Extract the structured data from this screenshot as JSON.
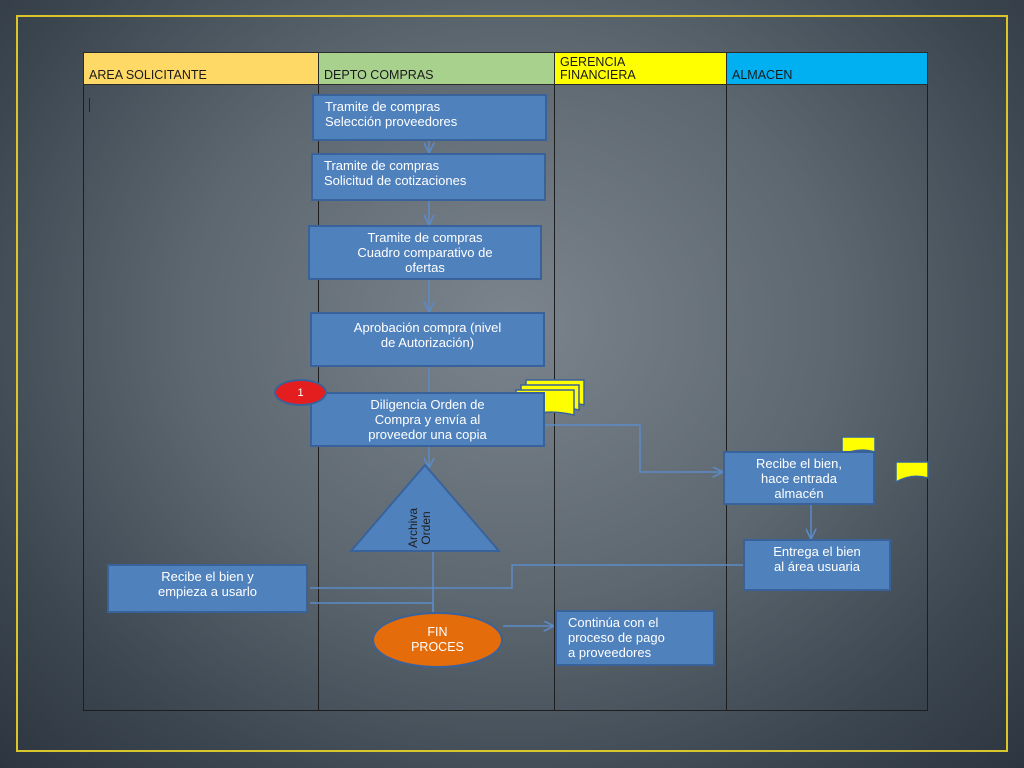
{
  "lanes": [
    {
      "label": "AREA SOLICITANTE",
      "color": "#ffd966"
    },
    {
      "label": "DEPTO COMPRAS",
      "color": "#a9d18e"
    },
    {
      "label": "GERENCIA FINANCIERA",
      "label_line1": "GERENCIA",
      "label_line2": "FINANCIERA",
      "color": "#ffff00"
    },
    {
      "label": "ALMACEN",
      "color": "#00b0f0"
    }
  ],
  "steps": {
    "seleccion": {
      "line1": "Tramite  de compras",
      "line2": "Selección proveedores"
    },
    "cotizaciones": {
      "line1": "Tramite  de compras",
      "line2": "Solicitud de cotizaciones"
    },
    "comparativo": {
      "line1": "Tramite  de compras",
      "line2": "Cuadro comparativo de",
      "line3": "ofertas"
    },
    "aprobacion": {
      "line1": "Aprobación compra (nivel",
      "line2": "de Autorización)"
    },
    "orden": {
      "line1": "Diligencia Orden de",
      "line2": "Compra y envía al",
      "line3": "proveedor una copia"
    },
    "recibe_almacen": {
      "line1": "Recibe el bien,",
      "line2": "hace entrada",
      "line3": "almacén"
    },
    "entrega": {
      "line1": "Entrega el bien",
      "line2": "al área usuaria"
    },
    "recibe_usuario": {
      "line1": "Recibe el bien y",
      "line2": "empieza a usarlo"
    },
    "pago": {
      "line1": "Continúa con el",
      "line2": "proceso de pago",
      "line3": "a proveedores"
    }
  },
  "archive": {
    "line1": "Archiva",
    "line2": "Orden"
  },
  "end": {
    "line1": "FIN",
    "line2": "PROCES"
  },
  "connector": {
    "label": "1"
  },
  "colors": {
    "box": "#4f81bd",
    "box_border": "#3a629a",
    "end_oval": "#e46c0a",
    "connector": "#e41e1e",
    "document": "#ffff00",
    "frame": "#d9c62a"
  }
}
